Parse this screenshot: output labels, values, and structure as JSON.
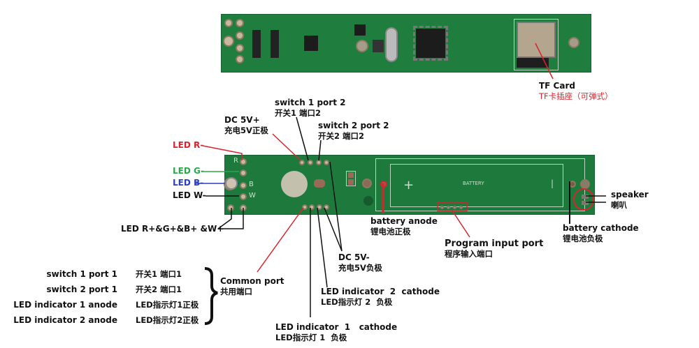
{
  "top_board": {
    "tf_card": {
      "en": "TF Card",
      "cn": "TF卡插座（可弹式）"
    }
  },
  "bottom_board": {
    "silkscreen": {
      "battery": "BATTERY",
      "plus": "+",
      "minus": "|",
      "r": "R",
      "b": "B",
      "w": "W"
    },
    "labels": {
      "switch1_port2": {
        "en": "switch 1 port 2",
        "cn": "开关1 端口2"
      },
      "switch2_port2": {
        "en": "switch 2 port 2",
        "cn": "开关2 端口2"
      },
      "dc_5v_plus": {
        "en": "DC 5V+",
        "cn": "充电5V正极"
      },
      "led_r": {
        "en": "LED R-"
      },
      "led_g": {
        "en": "LED G-"
      },
      "led_b": {
        "en": "LED B-"
      },
      "led_w": {
        "en": "LED W-"
      },
      "led_common_plus": {
        "en": "LED R+&G+&B+ &W+"
      },
      "battery_anode": {
        "en": "battery anode",
        "cn": "锂电池正极"
      },
      "program_input": {
        "en": "Program input port",
        "cn": "程序输入端口"
      },
      "battery_cathode": {
        "en": "battery cathode",
        "cn": "锂电池负极"
      },
      "speaker": {
        "en": "speaker",
        "cn": "喇叭"
      },
      "dc_5v_minus": {
        "en": "DC 5V-",
        "cn": "充电5V负极"
      },
      "common_port": {
        "en": "Common port",
        "cn": "共用端口"
      },
      "led_ind2_cathode": {
        "en": "LED indicator  2  cathode",
        "cn": "LED指示灯 2  负极"
      },
      "led_ind1_cathode": {
        "en": "LED indicator  1   cathode",
        "cn": "LED指示灯 1  负极"
      }
    }
  },
  "legend": {
    "rows": [
      {
        "en": "switch 1 port 1",
        "cn": "开关1 端口1"
      },
      {
        "en": "switch 2 port 1",
        "cn": "开关2 端口1"
      },
      {
        "en": "LED indicator 1 anode",
        "cn": "LED指示灯1正极"
      },
      {
        "en": "LED indicator 2 anode",
        "cn": "LED指示灯2正极"
      }
    ]
  },
  "colors": {
    "pcb_green": "#1d7a3c",
    "annotation_red": "#d9232e",
    "led_green": "#2aa84a",
    "led_blue": "#2b3fbf"
  }
}
